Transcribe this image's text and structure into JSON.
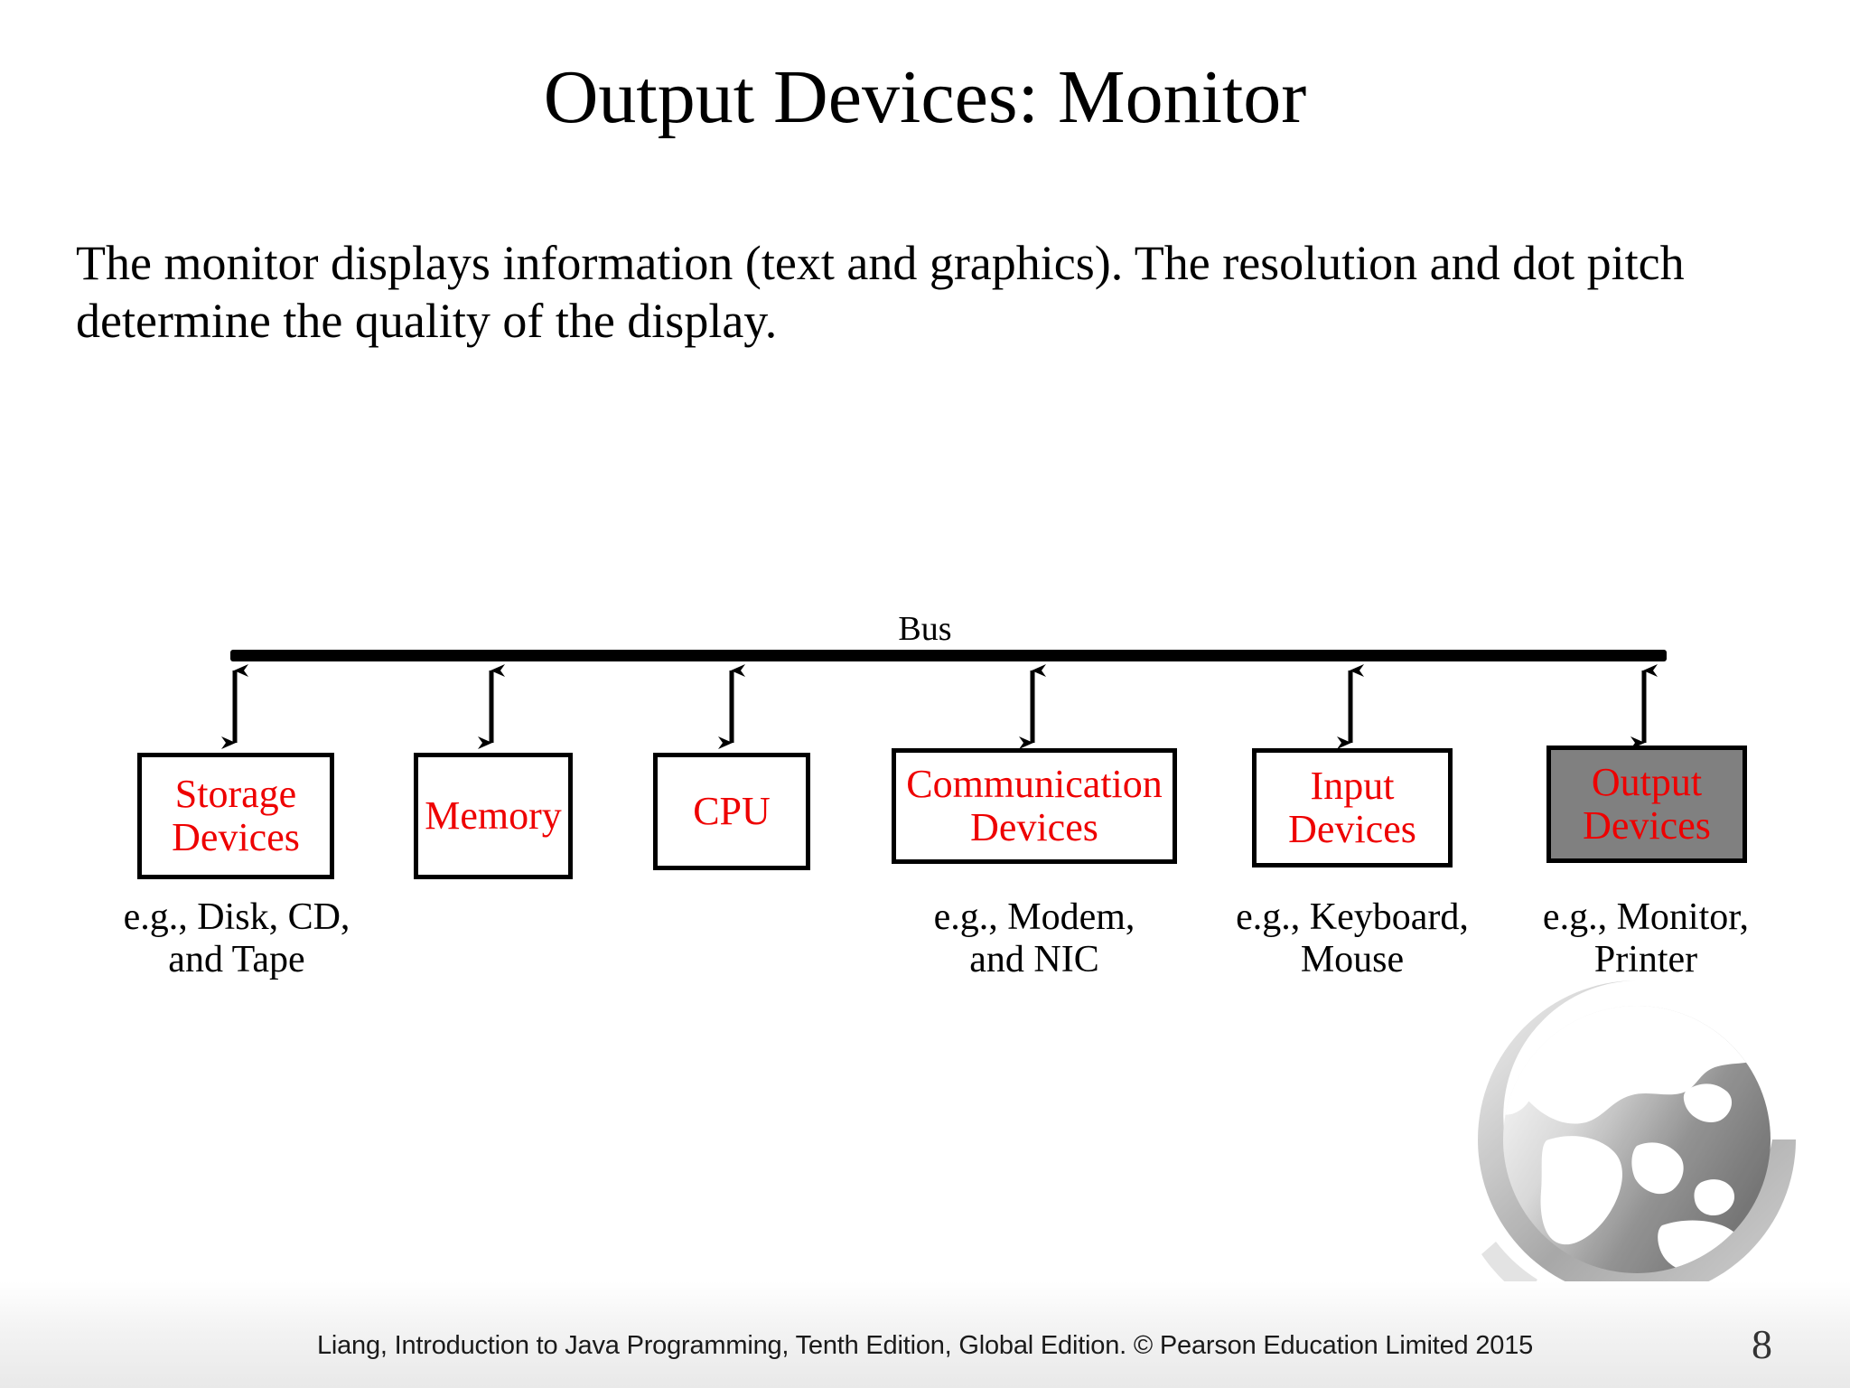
{
  "slide": {
    "title": "Output Devices: Monitor",
    "body": "The monitor displays information (text and graphics). The resolution and dot pitch determine the quality of the display."
  },
  "diagram": {
    "bus_label": "Bus",
    "highlight_color": "#808080",
    "label_color": "#ee0000",
    "boxes": [
      {
        "name": "storage-devices",
        "label": "Storage\nDevices",
        "caption": "e.g., Disk, CD,\nand Tape",
        "highlighted": false
      },
      {
        "name": "memory",
        "label": "Memory",
        "caption": "",
        "highlighted": false
      },
      {
        "name": "cpu",
        "label": "CPU",
        "caption": "",
        "highlighted": false
      },
      {
        "name": "communication-devices",
        "label": "Communication\nDevices",
        "caption": "e.g., Modem,\nand NIC",
        "highlighted": false
      },
      {
        "name": "input-devices",
        "label": "Input\nDevices",
        "caption": "e.g., Keyboard,\nMouse",
        "highlighted": false
      },
      {
        "name": "output-devices",
        "label": "Output\nDevices",
        "caption": "e.g., Monitor,\nPrinter",
        "highlighted": true
      }
    ]
  },
  "footer": {
    "credit": "Liang, Introduction to Java Programming, Tenth Edition, Global Edition. © Pearson Education Limited 2015",
    "page_number": "8"
  }
}
